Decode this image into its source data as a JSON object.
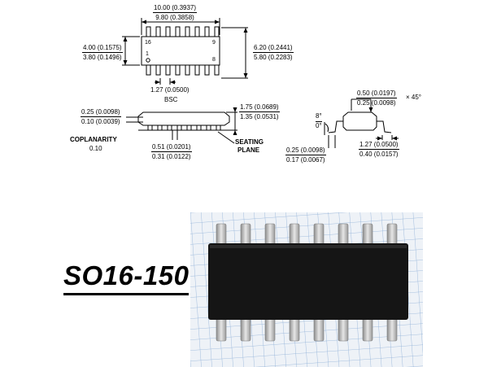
{
  "top_view": {
    "length_max": "10.00 (0.3937)",
    "length_min": "9.80 (0.3858)",
    "body_width_max": "4.00 (0.1575)",
    "body_width_min": "3.80 (0.1496)",
    "overall_width_max": "6.20 (0.2441)",
    "overall_width_min": "5.80 (0.2283)",
    "pin_16": "16",
    "pin_9": "9",
    "pin_1": "1",
    "pin_8": "8",
    "pitch": "1.27 (0.0500)",
    "pitch_note": "BSC"
  },
  "side_view": {
    "standoff_max": "0.25 (0.0098)",
    "standoff_min": "0.10 (0.0039)",
    "height_max": "1.75 (0.0689)",
    "height_min": "1.35 (0.0531)",
    "coplanarity_label": "COPLANARITY",
    "coplanarity_value": "0.10",
    "lead_width_max": "0.51 (0.0201)",
    "lead_width_min": "0.31 (0.0122)",
    "seating_plane_1": "SEATING",
    "seating_plane_2": "PLANE"
  },
  "end_view": {
    "chamfer_max": "0.50 (0.0197)",
    "chamfer_min": "0.25 (0.0098)",
    "chamfer_angle": "× 45°",
    "angle_max": "8°",
    "angle_min": "0°",
    "lead_thk_max": "0.25 (0.0098)",
    "lead_thk_min": "0.17 (0.0067)",
    "foot_max": "1.27 (0.0500)",
    "foot_min": "0.40 (0.0157)"
  },
  "package_name": "SO16-150",
  "colors": {
    "chip_body": "#151515",
    "pin_metal": "#c9c9c9",
    "grid_paper": "#eef2f7",
    "grid_line": "#8fb0d8"
  }
}
